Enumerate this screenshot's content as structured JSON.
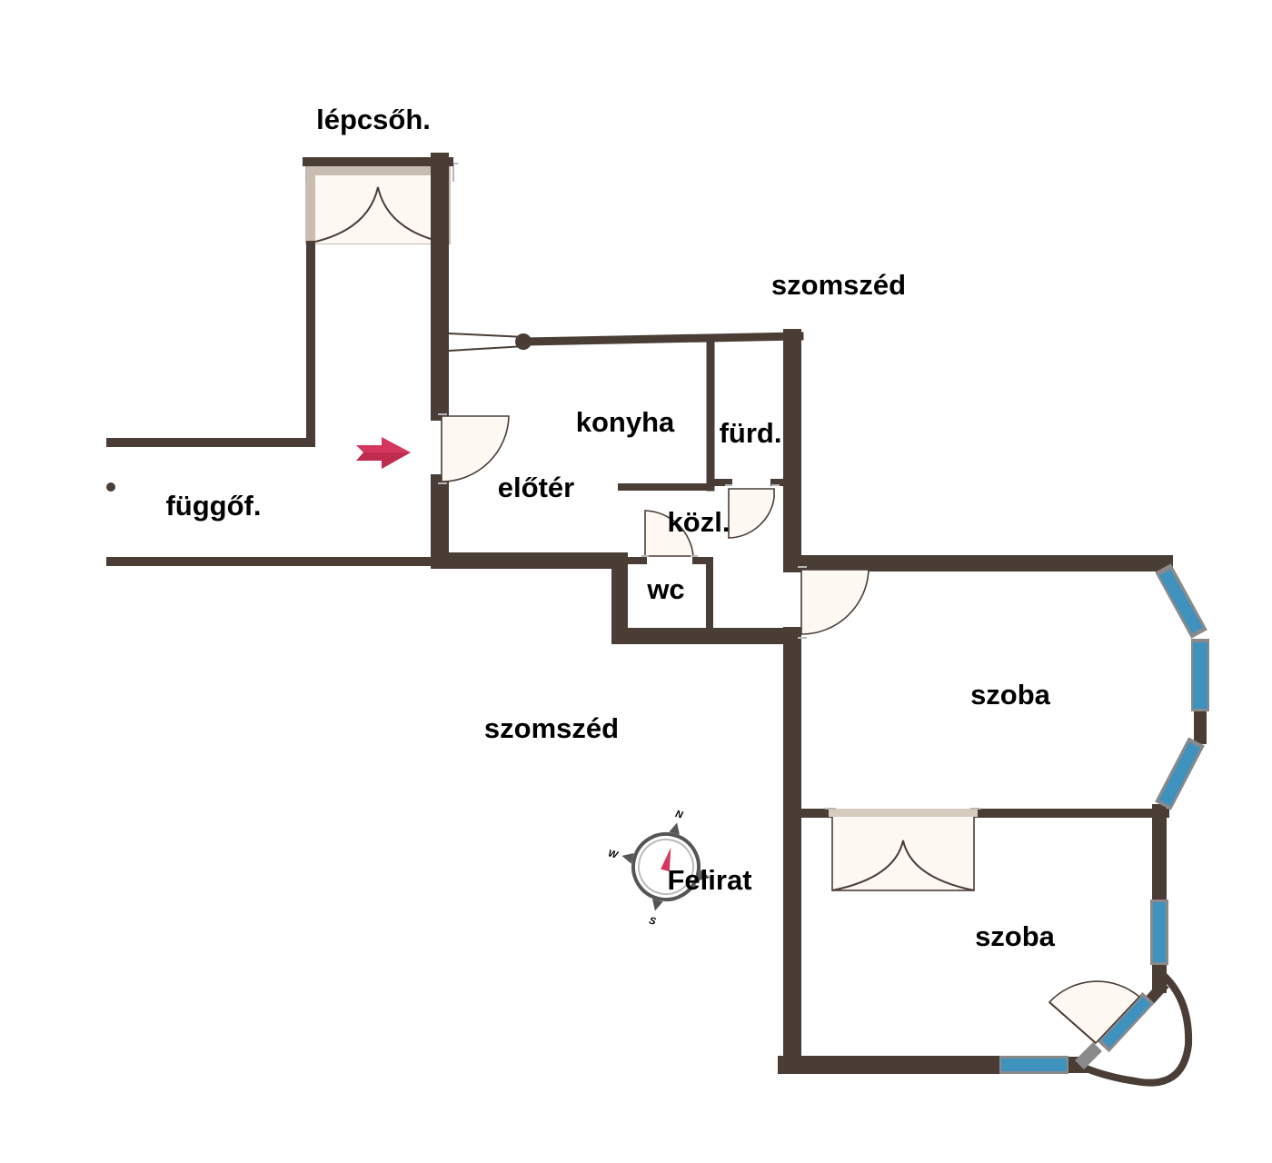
{
  "rooms": {
    "stairwell": "lépcsőh.",
    "neighbor_top": "szomszéd",
    "kitchen": "konyha",
    "bathroom": "fürd.",
    "hallway_label": "előtér",
    "corridor": "függőf.",
    "passage": "közl.",
    "toilet": "wc",
    "room_1": "szoba",
    "neighbor_bottom": "szomszéd",
    "room_2": "szoba"
  },
  "compass": {
    "north": "N",
    "south": "S",
    "west": "W",
    "caption": "Felirat"
  },
  "colors": {
    "wall": "#4a3d36",
    "window": "#3f92bd",
    "door_fill": "#fdf8f2",
    "entrance_arrow": "#d4365c"
  }
}
